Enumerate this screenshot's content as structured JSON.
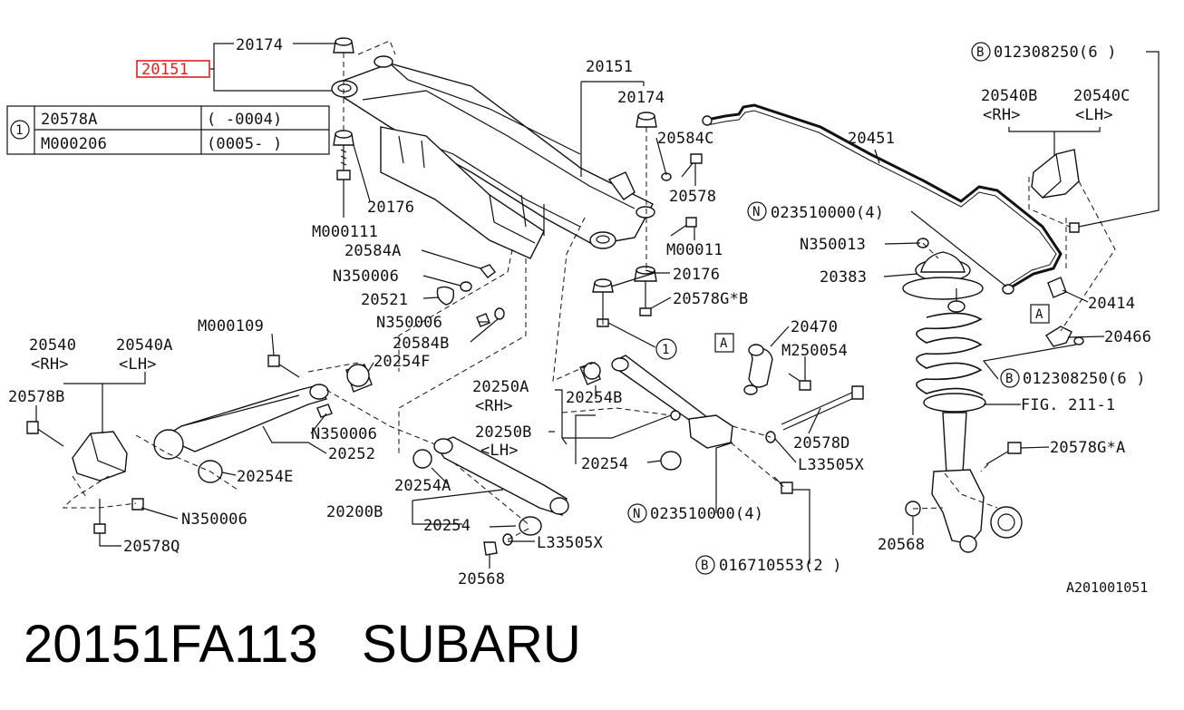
{
  "highlight": {
    "part": "20151",
    "color": "#e0201c"
  },
  "table": {
    "marker": "1",
    "rows": [
      {
        "part": "20578A",
        "range": "(      -0004)"
      },
      {
        "part": "M000206",
        "range": "(0005-      )"
      }
    ]
  },
  "labels": {
    "p20174_top": "20174",
    "p20151_center": "20151",
    "p20174_center": "20174",
    "p20584C": "20584C",
    "p20578": "20578",
    "p20176_left": "20176",
    "pM000111": "M000111",
    "p20584A": "20584A",
    "pN350006_a": "N350006",
    "p20521": "20521",
    "pN350006_b": "N350006",
    "p20584B": "20584B",
    "pM00011": "M00011",
    "p20176_right": "20176",
    "p20578GB": "20578G*B",
    "p20451": "20451",
    "p20540B": "20540B",
    "p20540C": "20540C",
    "rh_1": "<RH>",
    "lh_1": "<LH>",
    "p023510000_top": "023510000(4)",
    "pN350013": "N350013",
    "p20383": "20383",
    "p20414": "20414",
    "p20466": "20466",
    "p012308250_top": "012308250(6 )",
    "p012308250_mid": "012308250(6 )",
    "pFIG": "FIG. 211-1",
    "p20578GA": "20578G*A",
    "p20568_right": "20568",
    "p20470": "20470",
    "pM250054": "M250054",
    "p20578D": "20578D",
    "pL33505X_right": "L33505X",
    "p023510000_bottom": "023510000(4)",
    "p016710553": "016710553(2 )",
    "pM000109": "M000109",
    "p20540": "20540",
    "p20540A": "20540A",
    "rh_2": "<RH>",
    "lh_2": "<LH>",
    "p20254F": "20254F",
    "p20578B": "20578B",
    "pN350006_c": "N350006",
    "p20252": "20252",
    "p20254E": "20254E",
    "pN350006_d": "N350006",
    "p20578Q": "20578Q",
    "p20250A": "20250A",
    "rh_3": "<RH>",
    "p20254B": "20254B",
    "p20250B": "20250B",
    "lh_3": "<LH>",
    "p20254": "20254",
    "p20254A": "20254A",
    "p20200B": "20200B",
    "p20254_bottom": "20254",
    "pL33505X_bottom": "L33505X",
    "p20568_bottom": "20568",
    "marker_1": "1",
    "marker_A1": "A",
    "marker_A2": "A",
    "marker_B1": "B",
    "marker_B2": "B",
    "marker_B3": "B",
    "marker_N1": "N",
    "marker_N2": "N",
    "drawing_id": "A201001051"
  },
  "footer": {
    "part_number": "20151FA113",
    "brand": "SUBARU"
  }
}
